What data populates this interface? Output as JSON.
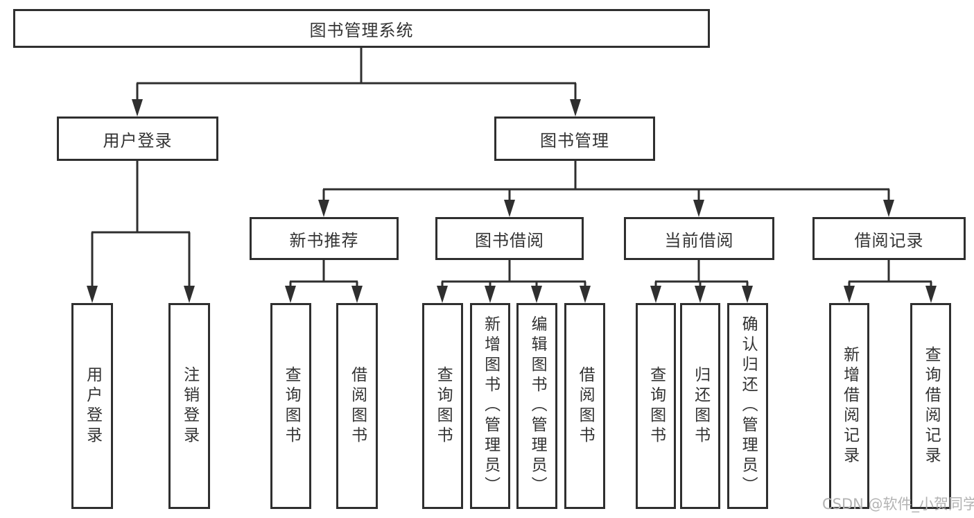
{
  "root": {
    "label": "图书管理系统"
  },
  "level2": [
    {
      "label": "用户登录"
    },
    {
      "label": "图书管理"
    }
  ],
  "level3": [
    {
      "label": "新书推荐",
      "parent": "图书管理"
    },
    {
      "label": "图书借阅",
      "parent": "图书管理"
    },
    {
      "label": "当前借阅",
      "parent": "图书管理"
    },
    {
      "label": "借阅记录",
      "parent": "图书管理"
    }
  ],
  "leaves": [
    {
      "label": "用户登录",
      "parent": "用户登录"
    },
    {
      "label": "注销登录",
      "parent": "用户登录"
    },
    {
      "label": "查询图书",
      "parent": "新书推荐"
    },
    {
      "label": "借阅图书",
      "parent": "新书推荐"
    },
    {
      "label": "查询图书",
      "parent": "图书借阅"
    },
    {
      "label": "新增图书（管理员）",
      "parent": "图书借阅"
    },
    {
      "label": "编辑图书（管理员）",
      "parent": "图书借阅"
    },
    {
      "label": "借阅图书",
      "parent": "图书借阅"
    },
    {
      "label": "查询图书",
      "parent": "当前借阅"
    },
    {
      "label": "归还图书",
      "parent": "当前借阅"
    },
    {
      "label": "确认归还（管理员）",
      "parent": "当前借阅"
    },
    {
      "label": "新增借阅记录",
      "parent": "借阅记录"
    },
    {
      "label": "查询借阅记录",
      "parent": "借阅记录"
    }
  ],
  "watermark": "CSDN @软件_小贺同学",
  "colors": {
    "line": "#2f2f2f",
    "box_border": "#2f2f2f",
    "text": "#333333",
    "background": "#ffffff",
    "watermark": "#b3b3b3"
  }
}
